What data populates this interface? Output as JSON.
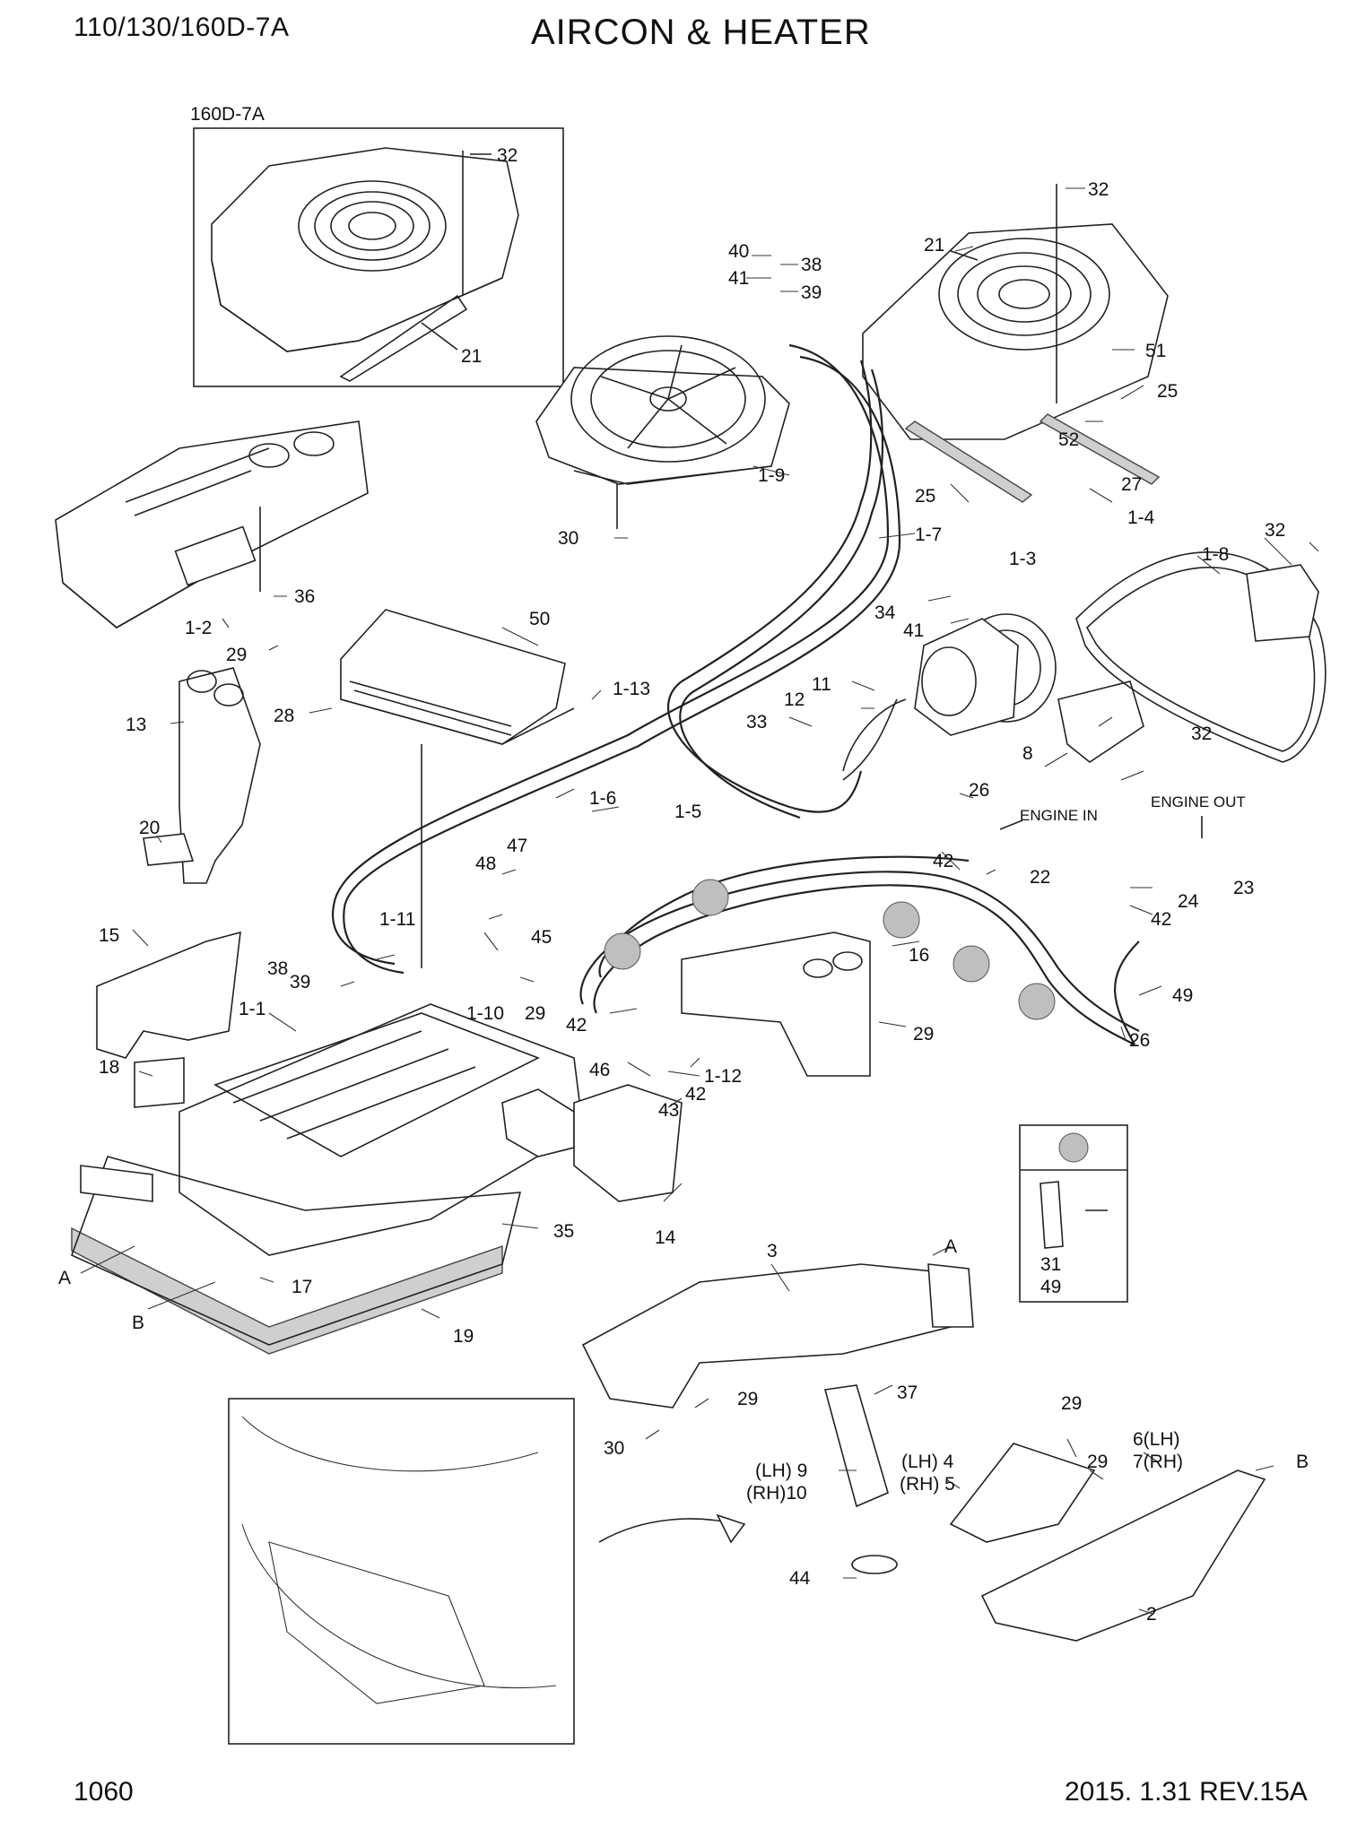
{
  "header": {
    "model": "110/130/160D-7A",
    "title": "AIRCON & HEATER"
  },
  "footer": {
    "page_number": "1060",
    "revision": "2015. 1.31  REV.15A"
  },
  "inset_160d": {
    "label": "160D-7A",
    "callouts": {
      "bolt": "32",
      "cover": "21"
    }
  },
  "detail_49": {
    "callouts": {
      "bracket": "49",
      "bolt": "31"
    }
  },
  "annotations": {
    "engine_in": "ENGINE IN",
    "engine_out": "ENGINE OUT"
  },
  "callouts": {
    "c40": "40",
    "c38a": "38",
    "c41a": "41",
    "c39a": "39",
    "c21": "21",
    "c32a": "32",
    "c51": "51",
    "c25a": "25",
    "c52": "52",
    "c25b": "25",
    "c27": "27",
    "c1_9": "1-9",
    "c30a": "30",
    "c1_7": "1-7",
    "c36": "36",
    "c1_2": "1-2",
    "c50": "50",
    "c1_13": "1-13",
    "c28": "28",
    "c29a": "29",
    "c13": "13",
    "c20": "20",
    "c15": "15",
    "c1_3": "1-3",
    "c1_4": "1-4",
    "c1_8": "1-8",
    "c32b": "32",
    "c34": "34",
    "c41b": "41",
    "c11": "11",
    "c12": "12",
    "c33": "33",
    "c8": "8",
    "c32c": "32",
    "c1_6": "1-6",
    "c1_5": "1-5",
    "c26a": "26",
    "c42a": "42",
    "c22": "22",
    "c23": "23",
    "c24": "24",
    "c42b": "42",
    "c47": "47",
    "c48": "48",
    "c45": "45",
    "c1_11": "1-11",
    "c38b": "38",
    "c39b": "39",
    "c1_10": "1-10",
    "c29b": "29",
    "c16": "16",
    "c29c": "29",
    "c49": "49",
    "c26b": "26",
    "c1_1": "1-1",
    "c42c": "42",
    "c46": "46",
    "c1_12": "1-12",
    "c42d": "42",
    "c43": "43",
    "c18": "18",
    "c14": "14",
    "c35": "35",
    "c17": "17",
    "cA1": "A",
    "cB1": "B",
    "c19": "19",
    "c3": "3",
    "cA2": "A",
    "c37": "37",
    "c29d": "29",
    "c30b": "30",
    "c9": "(LH) 9",
    "c10": "(RH)10",
    "c4": "(LH) 4",
    "c5": "(RH) 5",
    "c29e": "29",
    "c29f": "29",
    "c6": "6(LH)",
    "c7": "7(RH)",
    "cB2": "B",
    "c44": "44",
    "c2": "2"
  }
}
